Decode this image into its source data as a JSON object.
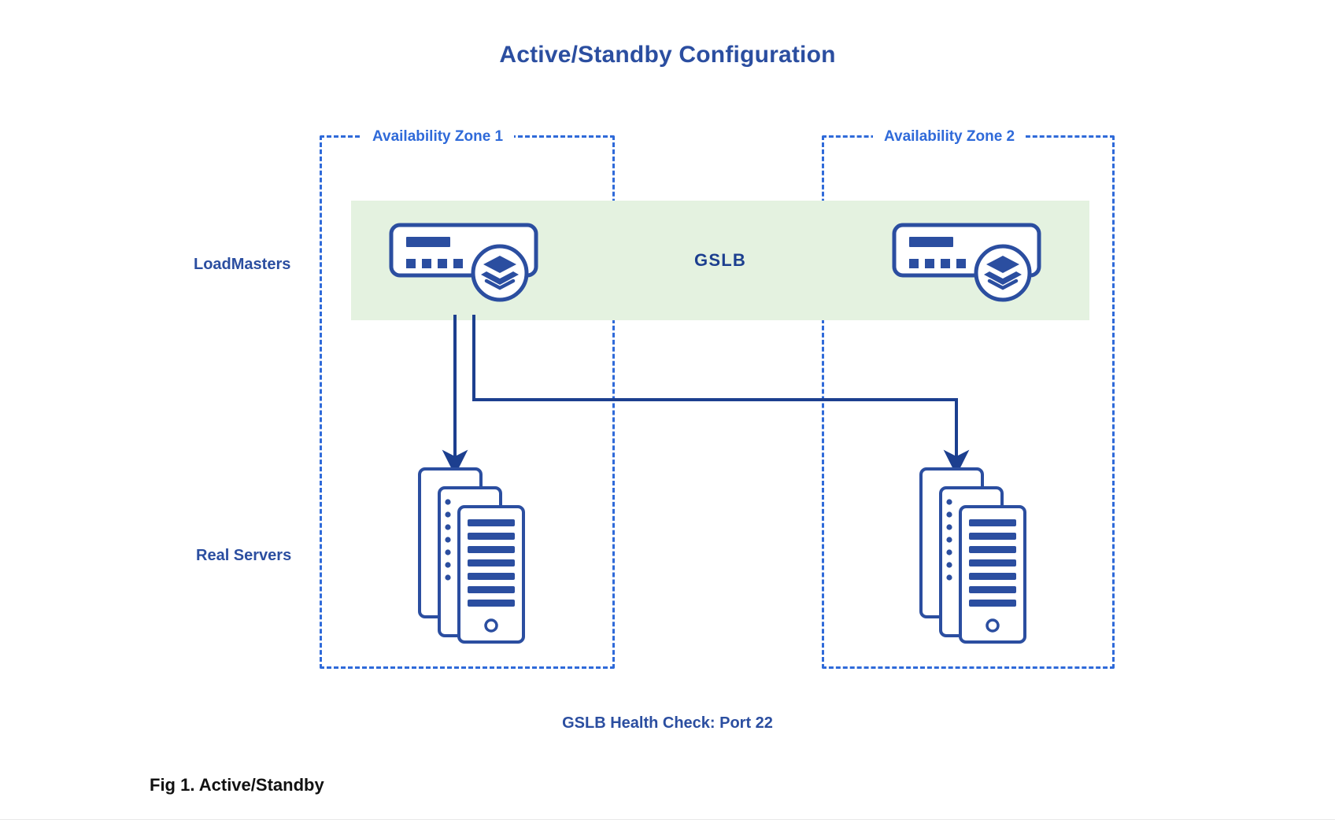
{
  "diagram": {
    "title": "Active/Standby Configuration",
    "caption": "Fig 1. Active/Standby",
    "health_check": "GSLB Health Check: Port 22",
    "colors": {
      "accent_blue": "#2f6ad9",
      "deep_blue": "#2b4ea0",
      "title_blue": "#2b4ea0",
      "band_green": "#e4f2e0",
      "icon_stroke": "#2b4ea0",
      "arrow": "#1c3f8f",
      "caption_text": "#111111"
    },
    "row_labels": {
      "loadmasters": "LoadMasters",
      "real_servers": "Real Servers"
    },
    "gslb": {
      "label": "GSLB"
    },
    "zones": [
      {
        "id": "az1",
        "label": "Availability Zone 1"
      },
      {
        "id": "az2",
        "label": "Availability Zone 2"
      }
    ],
    "nodes": [
      {
        "id": "loadmaster-1",
        "type": "loadmaster",
        "zone": "az1",
        "icon": "loadmaster-appliance-icon",
        "badge": "layered-stack-icon"
      },
      {
        "id": "loadmaster-2",
        "type": "loadmaster",
        "zone": "az2",
        "icon": "loadmaster-appliance-icon",
        "badge": "layered-stack-icon"
      },
      {
        "id": "server-stack-1",
        "type": "real-server-stack",
        "zone": "az1",
        "icon": "server-stack-icon",
        "count": 3
      },
      {
        "id": "server-stack-2",
        "type": "real-server-stack",
        "zone": "az2",
        "icon": "server-stack-icon",
        "count": 3
      }
    ],
    "connections": [
      {
        "from": "loadmaster-1",
        "to": "server-stack-1",
        "style": "solid-arrow"
      },
      {
        "from": "loadmaster-1",
        "to": "server-stack-2",
        "style": "solid-arrow-elbow"
      }
    ]
  }
}
